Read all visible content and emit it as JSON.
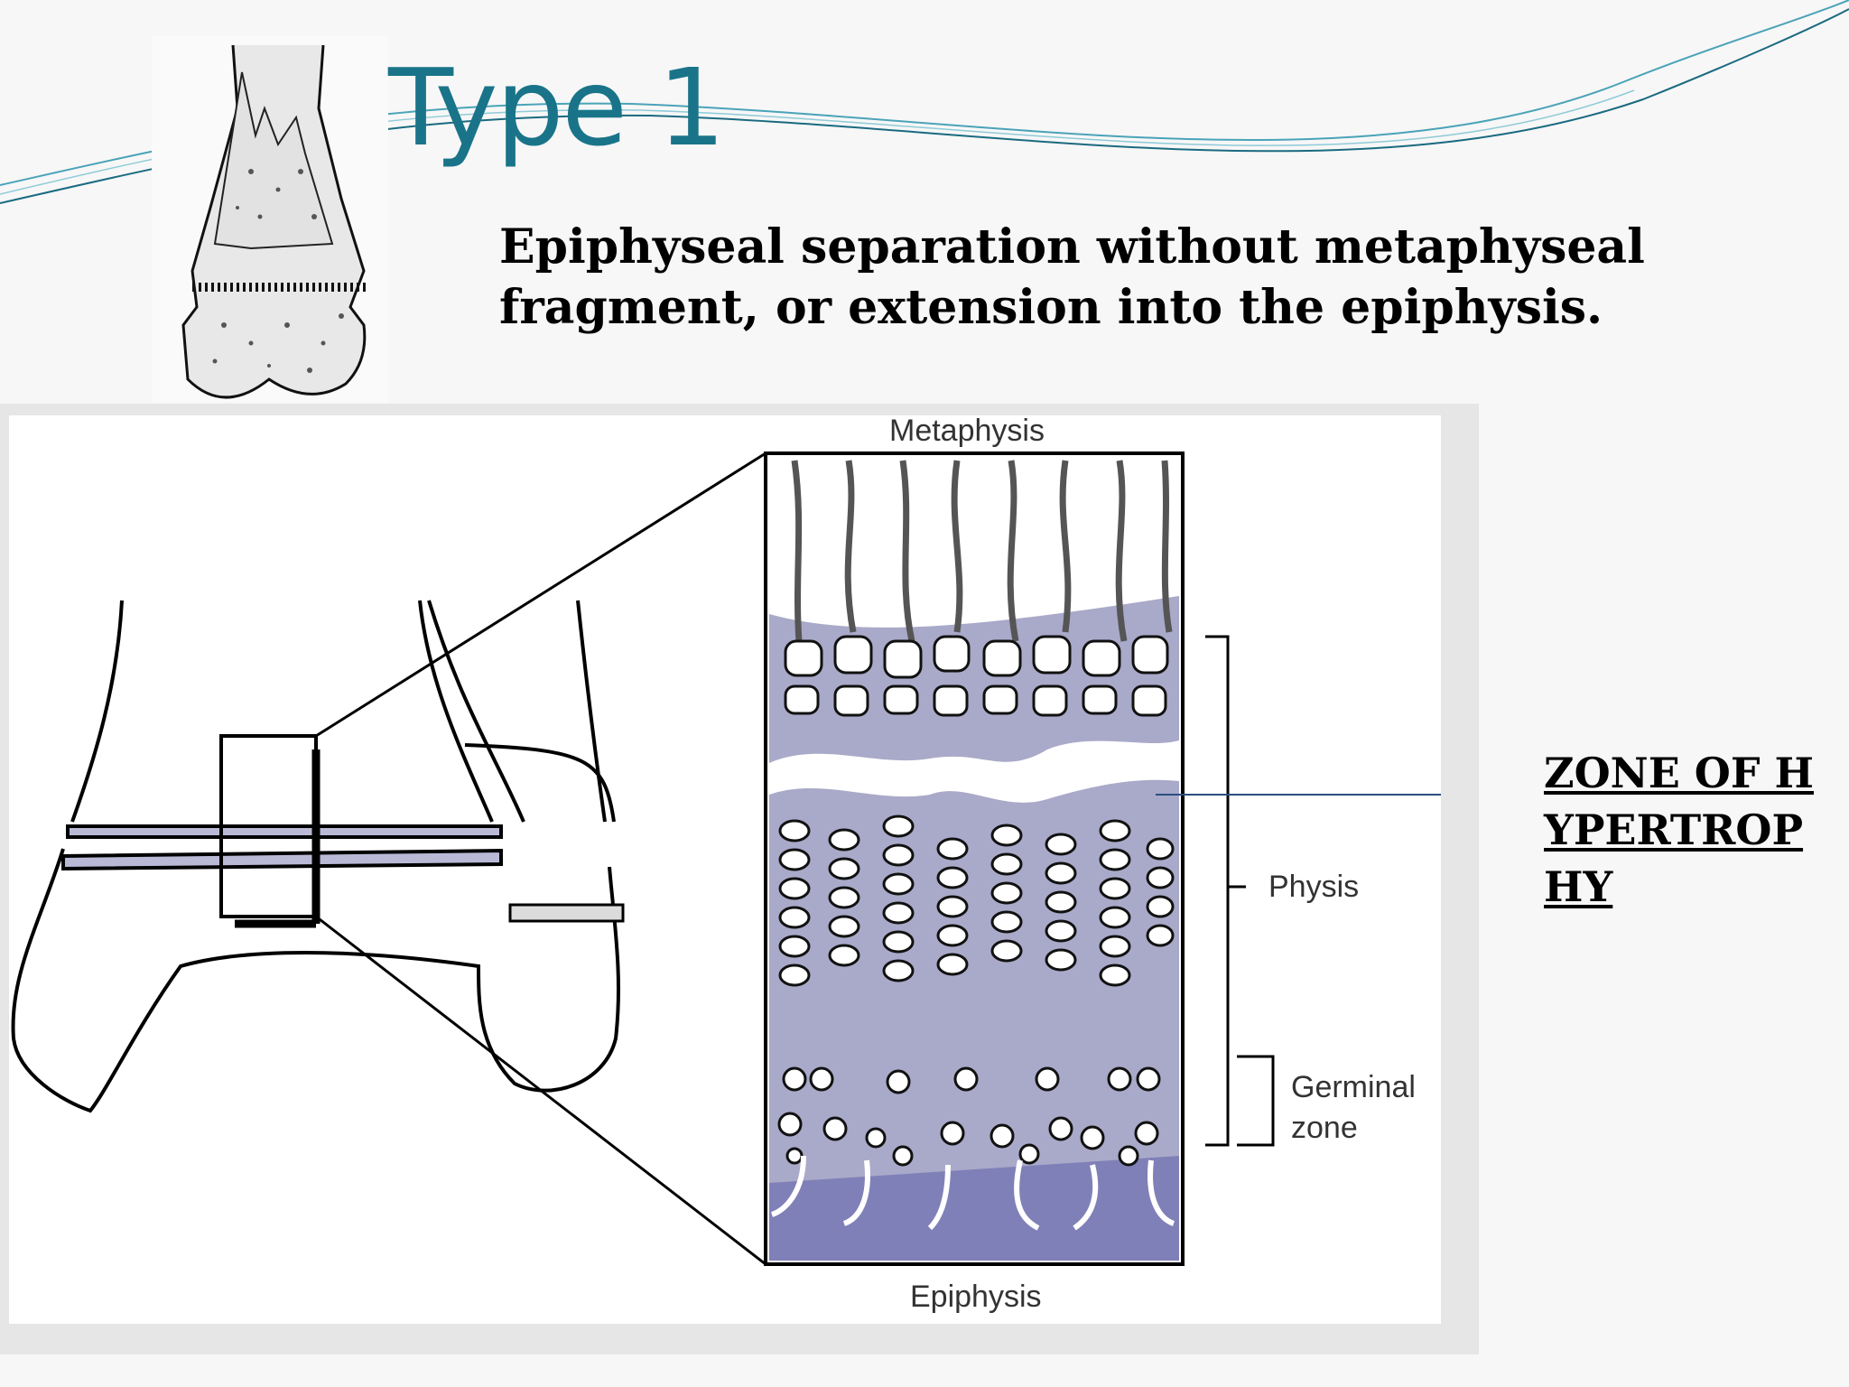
{
  "slide": {
    "title": "Type 1",
    "subtitle": "Epiphyseal separation without metaphyseal fragment, or extension into the epiphysis.",
    "accent_color": "#1a7489"
  },
  "diagram": {
    "labels": {
      "metaphysis": "Metaphysis",
      "physis": "Physis",
      "germinal_line1": "Germinal",
      "germinal_line2": "zone",
      "epiphysis": "Epiphysis"
    },
    "highlight_color": "#b9b9d6"
  },
  "callout": {
    "zone_label": "ZONE OF HYPERTROPHY"
  }
}
